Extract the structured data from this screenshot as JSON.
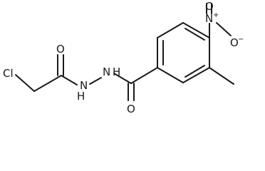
{
  "molecule": {
    "atoms": {
      "cl": "Cl",
      "o_left": "O",
      "nh_left": "H",
      "n_left": "N",
      "nh_right": "N",
      "h_right": "H",
      "o_amide": "O",
      "n_nitro": "N",
      "n_plus": "+",
      "o_nitro_top": "O",
      "o_nitro_right": "O",
      "o_minus": "−"
    }
  }
}
